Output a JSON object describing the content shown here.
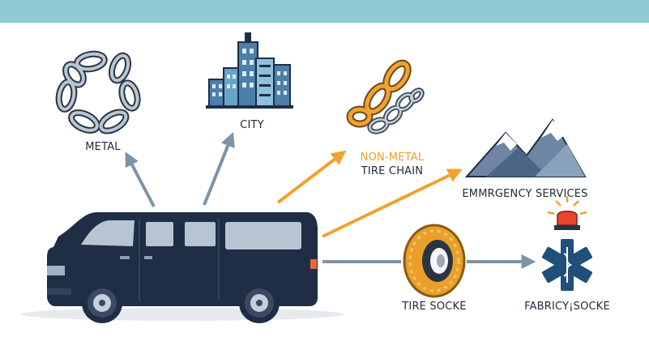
{
  "colors": {
    "topbar": "#8ecbd2",
    "navy": "#1f2d45",
    "steel": "#7d93a8",
    "orange": "#f0a22e",
    "text": "#1f2a3a",
    "label_orange": "#e8a02a"
  },
  "labels": {
    "metal": "METAL",
    "city": "CITY",
    "non_metal_line1": "NON-METAL",
    "non_metal_line2": "TIRE CHAIN",
    "emergency": "EMMRGENCY SERVICES",
    "tire_socke": "TIRE SOCKE",
    "fabric_socke": "FABRICY¡SOCKE"
  },
  "icons": {
    "van": "van-icon",
    "metal_chain": "metal-chain-icon",
    "city": "city-skyline-icon",
    "non_metal_chain": "non-metal-chain-icon",
    "mountains": "mountains-icon",
    "tire_sock": "tire-sock-icon",
    "emergency": "emergency-star-of-life-icon",
    "siren": "siren-light-icon"
  }
}
